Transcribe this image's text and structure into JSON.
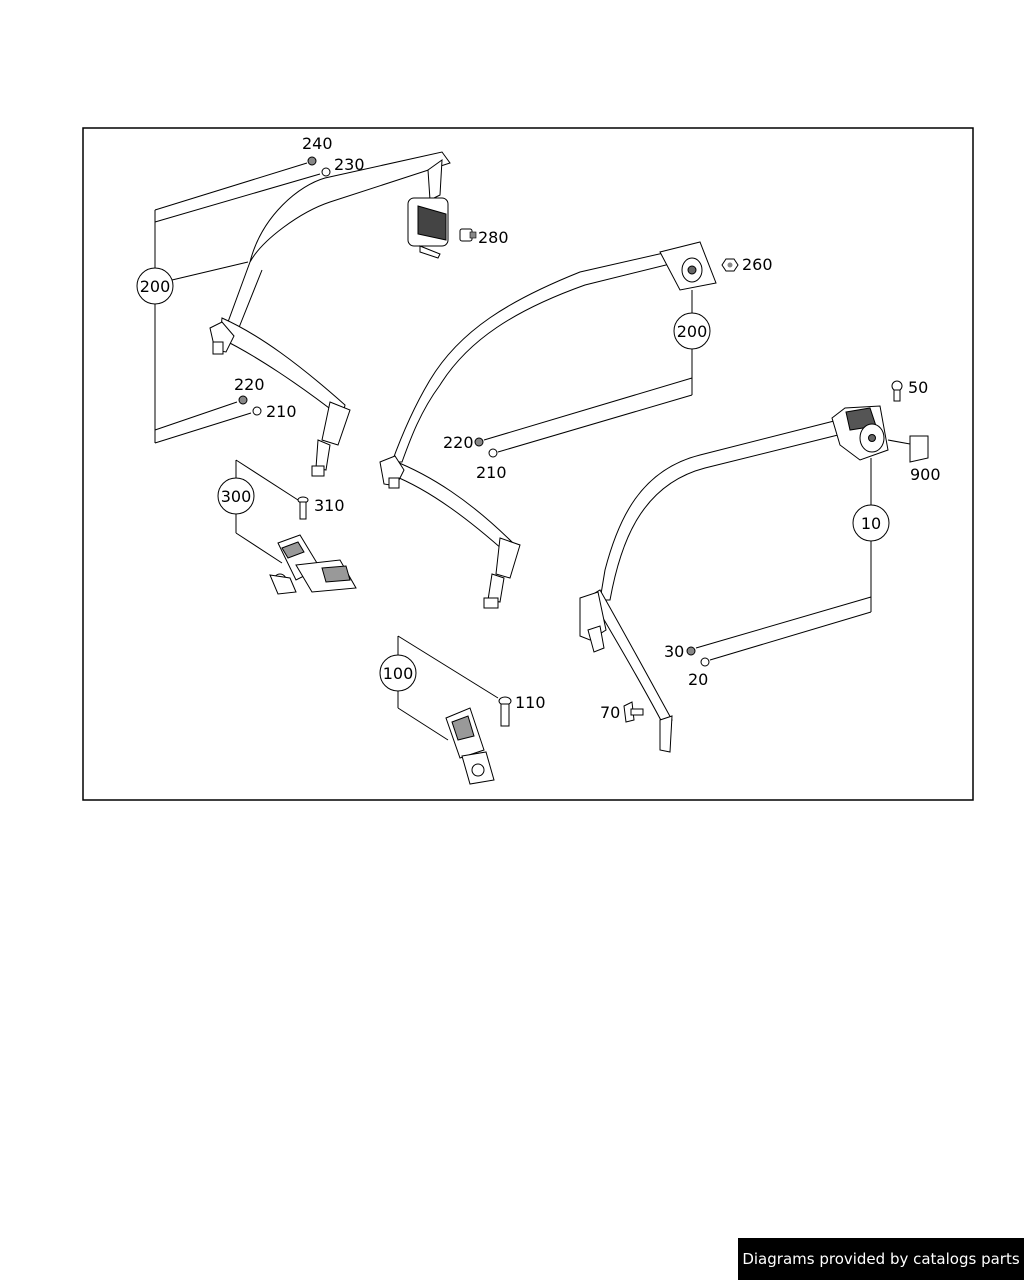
{
  "footer": {
    "text": "Diagrams provided by catalogs parts"
  },
  "callouts": {
    "c240": "240",
    "c230": "230",
    "c280": "280",
    "c260": "260",
    "c220a": "220",
    "c210a": "210",
    "c310": "310",
    "c220b": "220",
    "c210b": "210",
    "c50": "50",
    "c900": "900",
    "c30": "30",
    "c20": "20",
    "c110": "110",
    "c70": "70"
  },
  "assemblies": {
    "a200_left": "200",
    "a200_mid": "200",
    "a300": "300",
    "a10": "10",
    "a100": "100"
  }
}
